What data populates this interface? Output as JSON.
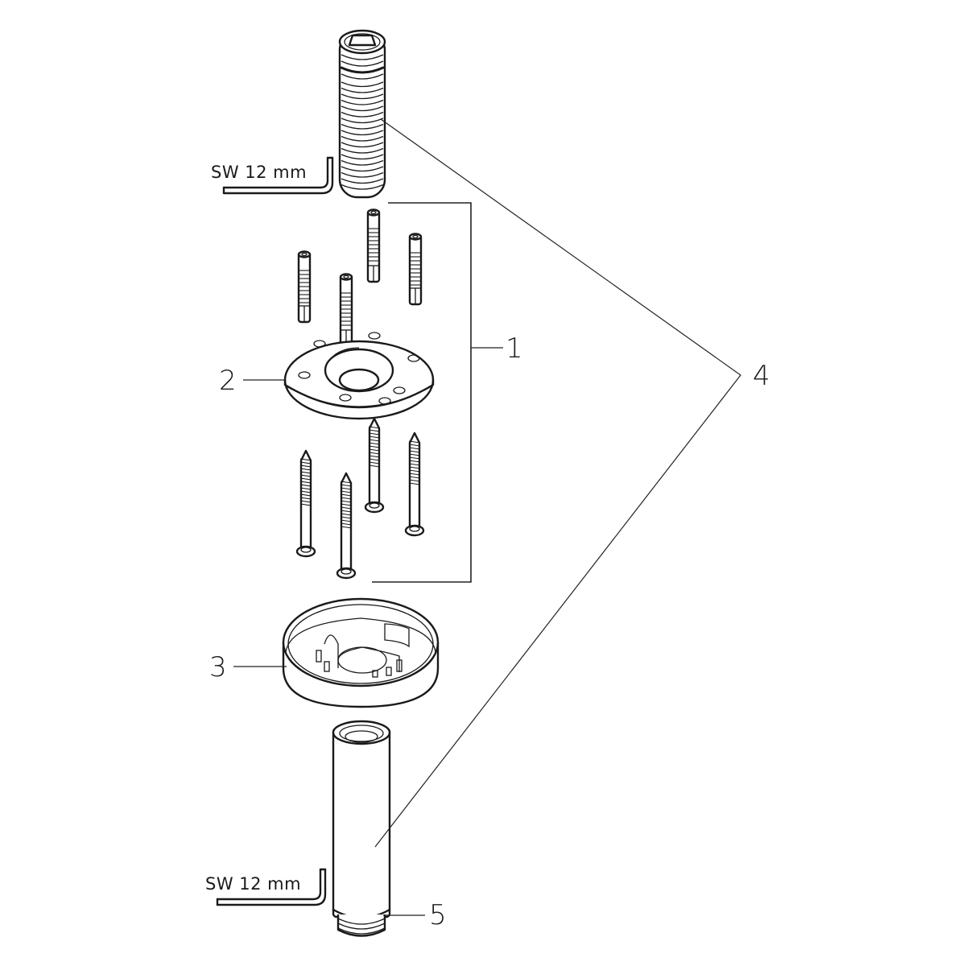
{
  "diagram": {
    "type": "exploded-parts-diagram",
    "callouts": [
      {
        "id": "1",
        "label": "1",
        "part": "mounting kit (plate, wall plugs, screws)"
      },
      {
        "id": "2",
        "label": "2",
        "part": "mounting plate"
      },
      {
        "id": "3",
        "label": "3",
        "part": "cover cap"
      },
      {
        "id": "4",
        "label": "4",
        "part": "threaded pipe / extension"
      },
      {
        "id": "5",
        "label": "5",
        "part": "extension tube"
      }
    ],
    "tool_notes": [
      {
        "label": "SW 12 mm",
        "icon": "hex-key-icon"
      },
      {
        "label": "SW 12 mm",
        "icon": "hex-key-icon"
      }
    ]
  }
}
